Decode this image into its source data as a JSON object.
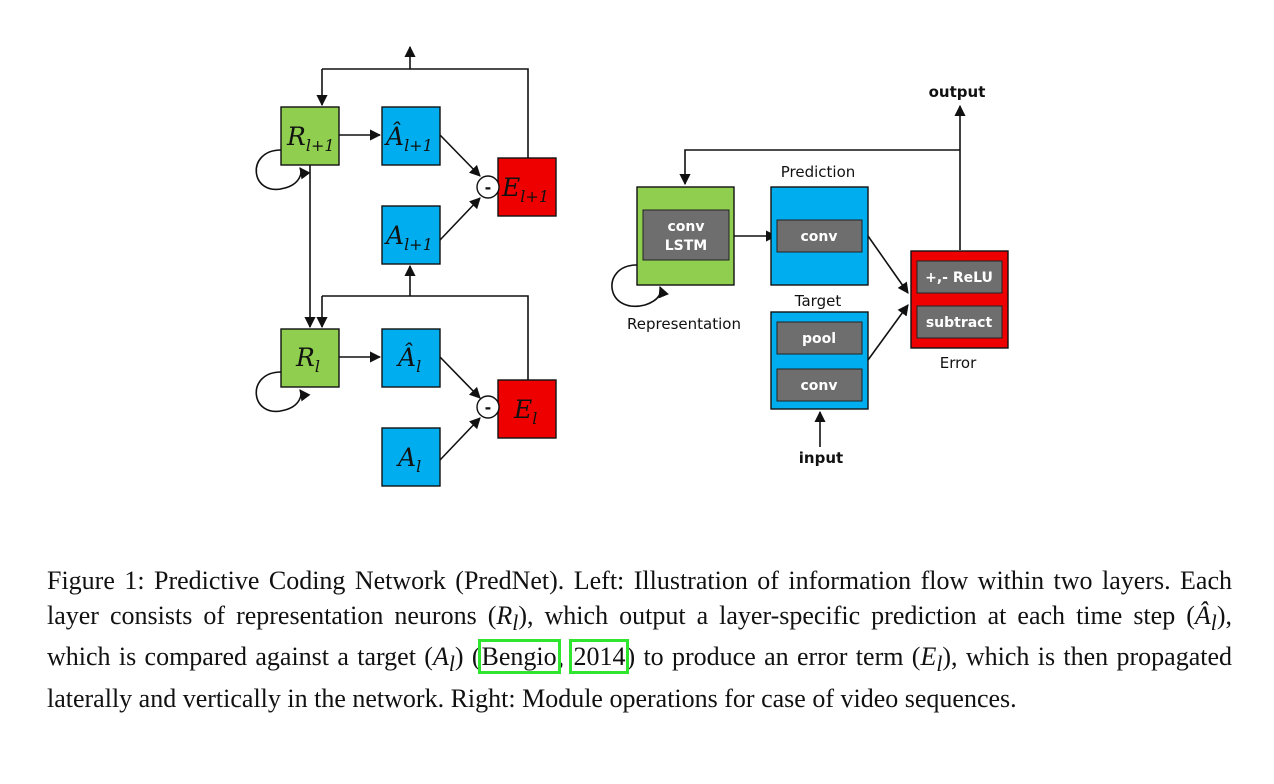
{
  "colors": {
    "representation": "#8fce4f",
    "prediction": "#00aeef",
    "error": "#ee0000",
    "inner_module": "#6e6e6e",
    "citation_box": "#2ee62e"
  },
  "left_diagram": {
    "R_upper": {
      "base": "R",
      "sub": "l+1"
    },
    "Ahat_upper": {
      "base": "Â",
      "sub": "l+1"
    },
    "A_upper": {
      "base": "A",
      "sub": "l+1"
    },
    "E_upper": {
      "base": "E",
      "sub": "l+1"
    },
    "R_lower": {
      "base": "R",
      "sub": "l"
    },
    "Ahat_lower": {
      "base": "Â",
      "sub": "l"
    },
    "A_lower": {
      "base": "A",
      "sub": "l"
    },
    "E_lower": {
      "base": "E",
      "sub": "l"
    },
    "subtract_symbol": "-"
  },
  "right_diagram": {
    "output_label": "output",
    "input_label": "input",
    "representation_label": "Representation",
    "convlstm_line1": "conv",
    "convlstm_line2": "LSTM",
    "prediction_label": "Prediction",
    "prediction_conv": "conv",
    "target_label": "Target",
    "target_pool": "pool",
    "target_conv": "conv",
    "error_label": "Error",
    "error_relu": "+,- ReLU",
    "error_subtract": "subtract"
  },
  "caption": {
    "p1": "Figure 1: Predictive Coding Network (PredNet). Left: Illustration of information flow within two layers. Each layer consists of representation neurons (",
    "R": "R",
    "l": "l",
    "p2": "), which output a layer-specific prediction at each time step (",
    "Ahat": "Â",
    "p3": "), which is compared against a target (",
    "A": "A",
    "p4": ") (",
    "cite_author": "Bengio",
    "comma": ",",
    "cite_year": "2014",
    "p5": ") to produce an error term (",
    "E": "E",
    "p6": "), which is then propagated laterally and vertically in the network. Right: Module operations for case of video sequences."
  }
}
